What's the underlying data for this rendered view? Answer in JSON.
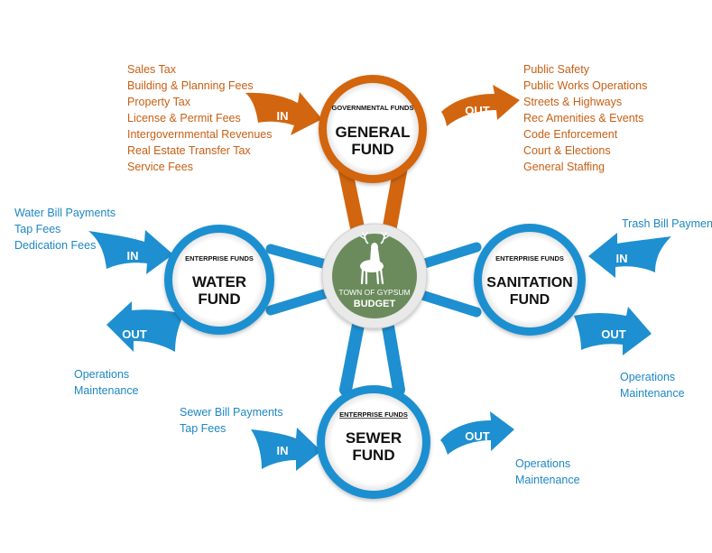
{
  "colors": {
    "orange": "#d2650f",
    "blue": "#1e8fd0",
    "center_green": "#6b8b5d",
    "text_orange": "#c85f14",
    "text_blue": "#1d87c4"
  },
  "center": {
    "icon": "deer-icon",
    "subtitle": "TOWN OF GYPSUM",
    "title": "BUDGET"
  },
  "general_fund": {
    "category": "GOVERNMENTAL FUNDS",
    "title_line1": "GENERAL",
    "title_line2": "FUND",
    "in_label": "IN",
    "out_label": "OUT",
    "inputs": [
      "Sales Tax",
      "Building & Planning Fees",
      "Property Tax",
      "License & Permit Fees",
      "Intergovernmental Revenues",
      "Real Estate Transfer Tax",
      "Service Fees"
    ],
    "outputs": [
      "Public Safety",
      "Public Works Operations",
      "Streets & Highways",
      "Rec Amenities & Events",
      "Code Enforcement",
      "Court & Elections",
      "General Staffing"
    ]
  },
  "water_fund": {
    "category": "ENTERPRISE FUNDS",
    "title_line1": "WATER",
    "title_line2": "FUND",
    "in_label": "IN",
    "out_label": "OUT",
    "inputs": [
      "Water Bill Payments",
      "Tap Fees",
      "Dedication Fees"
    ],
    "outputs": [
      "Operations",
      "Maintenance"
    ]
  },
  "sanitation_fund": {
    "category": "ENTERPRISE FUNDS",
    "title_line1": "SANITATION",
    "title_line2": "FUND",
    "in_label": "IN",
    "out_label": "OUT",
    "inputs": [
      "Trash Bill Payments"
    ],
    "outputs": [
      "Operations",
      "Maintenance"
    ]
  },
  "sewer_fund": {
    "category": "ENTERPRISE FUNDS",
    "title_line1": "SEWER",
    "title_line2": "FUND",
    "in_label": "IN",
    "out_label": "OUT",
    "inputs": [
      "Sewer Bill Payments",
      "Tap Fees"
    ],
    "outputs": [
      "Operations",
      "Maintenance"
    ]
  }
}
